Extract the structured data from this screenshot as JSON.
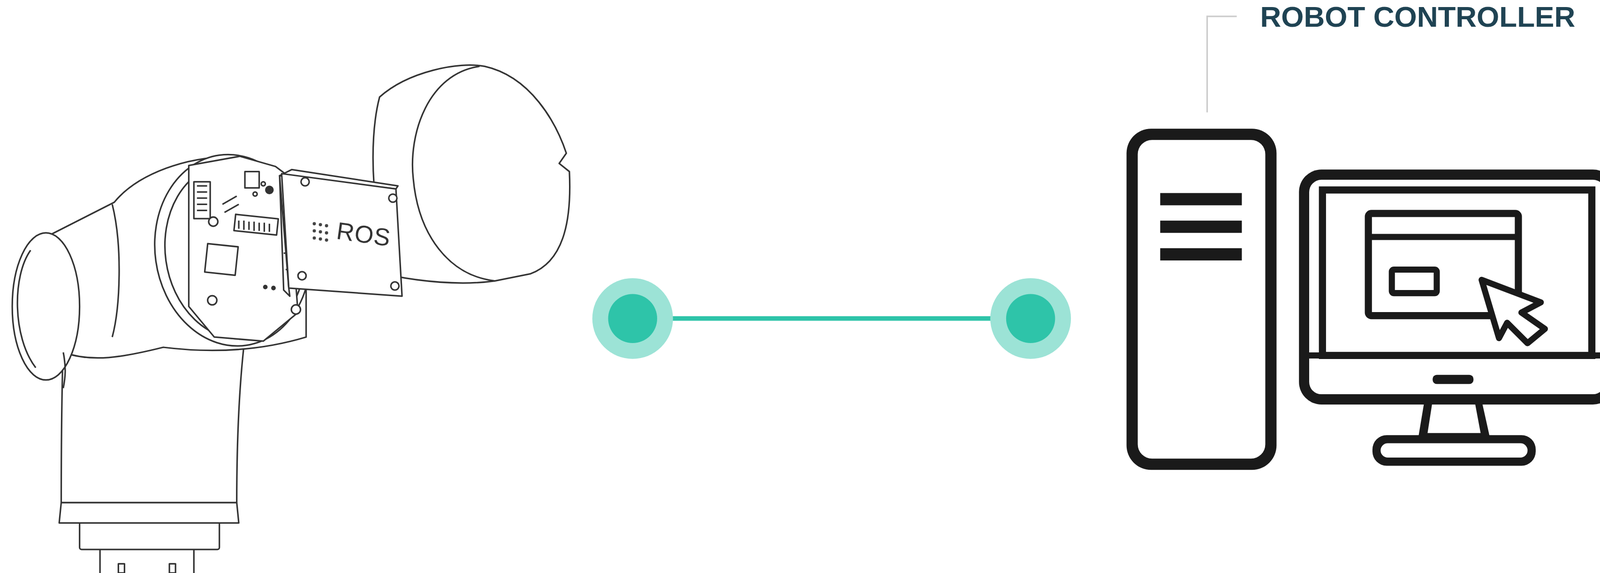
{
  "diagram": {
    "nodes": [
      {
        "text": [
          "ROS"
        ]
      },
      {
        "text": [
          "ROBOT CONTROLLER"
        ]
      }
    ],
    "edges": [
      {
        "from": 0,
        "to": 1,
        "arrow": "none"
      }
    ]
  }
}
